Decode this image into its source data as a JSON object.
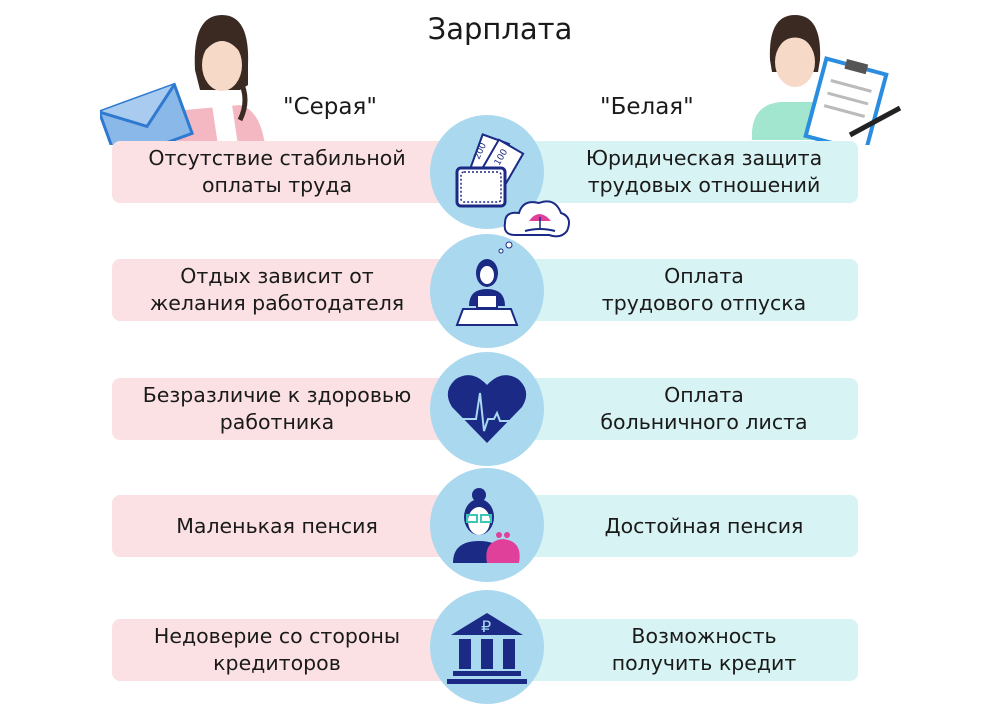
{
  "title": "Зарплата",
  "columns": {
    "grey": "\"Серая\"",
    "white": "\"Белая\""
  },
  "rows": [
    {
      "icon": "wallet-money-icon",
      "grey": "Отсутствие стабильной\nоплаты труда",
      "white": "Юридическая защита\nтрудовых отношений"
    },
    {
      "icon": "worker-laptop-icon",
      "grey": "Отдых зависит от\nжелания работодателя",
      "white": "Оплата\nтрудового отпуска"
    },
    {
      "icon": "heart-pulse-icon",
      "grey": "Безразличие к здоровью\nработника",
      "white": "Оплата\nбольничного листа"
    },
    {
      "icon": "pensioner-purse-icon",
      "grey": "Маленькая пенсия",
      "white": "Достойная пенсия"
    },
    {
      "icon": "bank-ruble-icon",
      "grey": "Недоверие со стороны\nкредиторов",
      "white": "Возможность\nполучить кредит"
    }
  ],
  "banknotes": [
    "200",
    "100"
  ],
  "colors": {
    "pink": "#fbe1e4",
    "cyan": "#d8f3f3",
    "circle": "#a9d8ef",
    "navy": "#1b2a85",
    "magenta": "#e0409a"
  }
}
